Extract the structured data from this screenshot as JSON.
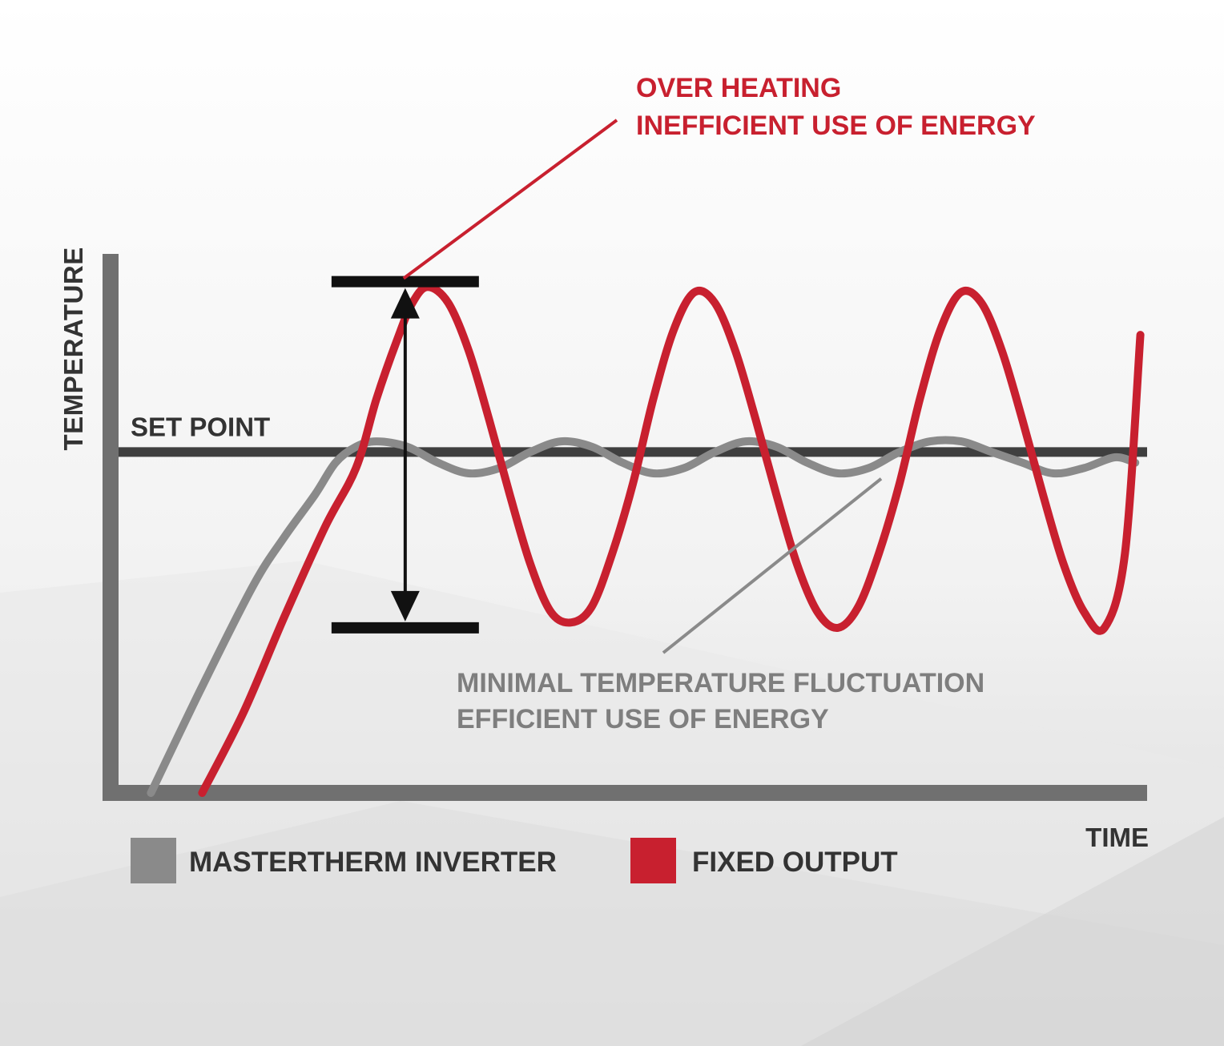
{
  "colors": {
    "fixed_output": "#c8202f",
    "inverter": "#8a8a8a",
    "axis": "#707070",
    "set_point_line": "#3f3f3f",
    "text_dark": "#333333",
    "text_gray": "#7e7e7e",
    "text_red": "#c8202f",
    "range_marker": "#111111"
  },
  "chart_data": {
    "type": "line",
    "xlabel": "TIME",
    "ylabel": "TEMPERATURE",
    "xlim": [
      0,
      100
    ],
    "ylim": [
      0,
      100
    ],
    "set_point": {
      "label": "SET POINT",
      "value": 64
    },
    "series": [
      {
        "name": "MASTERTHERM INVERTER",
        "color": "#8a8a8a",
        "x": [
          3,
          8,
          13,
          16,
          19,
          21,
          23,
          25,
          28,
          31,
          34,
          37,
          40,
          43,
          46,
          49,
          52,
          55,
          58,
          61,
          64,
          67,
          70,
          73,
          76,
          79,
          82,
          85,
          88,
          91,
          94,
          97,
          99
        ],
        "y": [
          0,
          20,
          39,
          48,
          56,
          62,
          65,
          66,
          65,
          62,
          60,
          61,
          64,
          66,
          65,
          62,
          60,
          61,
          64,
          66,
          65,
          62,
          60,
          61,
          64,
          66,
          66,
          64,
          62,
          60,
          61,
          63,
          62
        ]
      },
      {
        "name": "FIXED OUTPUT",
        "color": "#c8202f",
        "x": [
          8,
          12,
          16,
          20,
          23,
          25,
          27,
          28.5,
          30,
          32,
          34,
          36,
          38,
          40,
          42,
          44,
          46,
          48,
          50,
          52,
          54,
          56,
          58,
          60,
          62,
          64,
          66,
          68,
          70,
          72,
          74,
          76,
          78,
          80,
          82,
          84,
          86,
          88,
          90,
          92,
          94,
          96,
          98,
          99.5
        ],
        "y": [
          0,
          15,
          33,
          50,
          61,
          74,
          85,
          92,
          95,
          92,
          83,
          70,
          56,
          43,
          34,
          32,
          35,
          45,
          58,
          74,
          87,
          94,
          92,
          83,
          70,
          56,
          43,
          34,
          31,
          35,
          45,
          58,
          74,
          87,
          94,
          92,
          83,
          70,
          56,
          43,
          34,
          31,
          45,
          86
        ]
      }
    ],
    "range_marker": {
      "x": 27.8,
      "y_high": 96,
      "y_low": 31
    },
    "annotations": [
      {
        "lines": [
          "OVER HEATING",
          "INEFFICIENT USE OF ENERGY"
        ],
        "series": "FIXED OUTPUT"
      },
      {
        "lines": [
          "MINIMAL TEMPERATURE FLUCTUATION",
          "EFFICIENT USE OF ENERGY"
        ],
        "series": "MASTERTHERM INVERTER"
      }
    ],
    "legend": {
      "placement": "bottom-left",
      "entries": [
        {
          "label": "MASTERTHERM INVERTER",
          "color": "#8a8a8a"
        },
        {
          "label": "FIXED OUTPUT",
          "color": "#c8202f"
        }
      ]
    },
    "grid": false
  }
}
